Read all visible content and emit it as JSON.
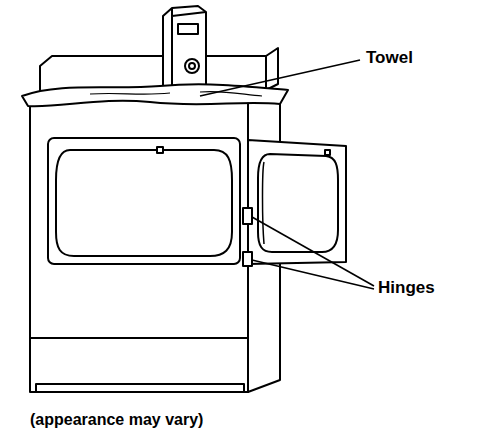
{
  "diagram": {
    "caption": "(appearance may vary)",
    "labels": [
      "Towel",
      "Hinges"
    ]
  }
}
